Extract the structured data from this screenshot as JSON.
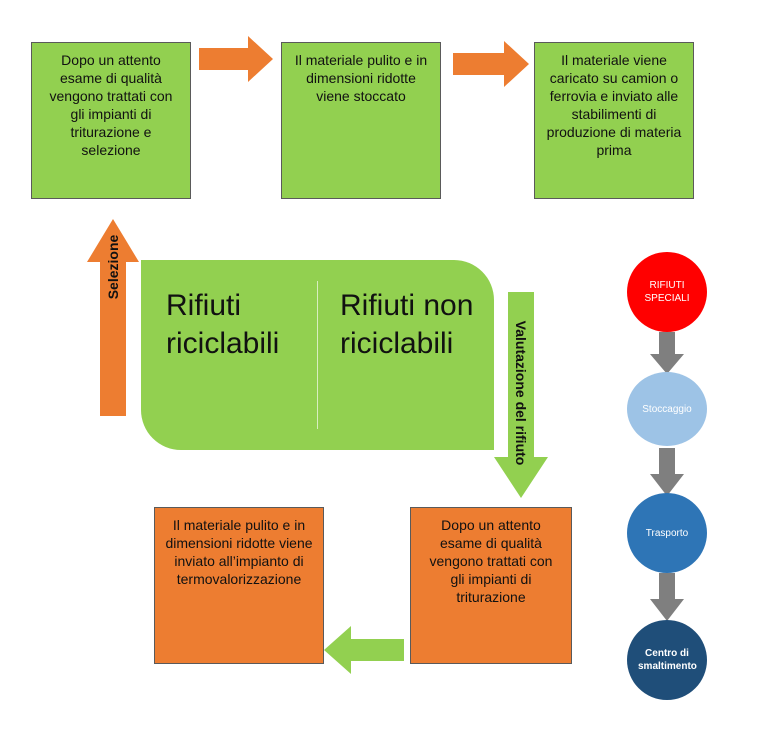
{
  "colors": {
    "green": "#92d050",
    "orange": "#ed7d31",
    "gray_arrow": "#7f7f7f",
    "red": "#ff0000",
    "light_blue": "#9dc3e6",
    "mid_blue": "#2e75b6",
    "dark_blue": "#1f4e79"
  },
  "top_row": {
    "box1": "Dopo un attento esame di qualità vengono trattati con gli impianti di triturazione e selezione",
    "box2": "Il materiale pulito e in dimensioni ridotte viene stoccato",
    "box3": "Il materiale viene caricato su camion o ferrovia e inviato alle stabilimenti di produzione di materia prima"
  },
  "center": {
    "left_title": "Rifiuti riciclabili",
    "right_title": "Rifiuti non riciclabili"
  },
  "arrows": {
    "left_vertical_label": "Selezione",
    "right_vertical_label": "Valutazione del rifiuto"
  },
  "bottom_row": {
    "box_left": "Il materiale pulito e in dimensioni ridotte viene inviato all’impianto di termovalorizzazione",
    "box_right": "Dopo un attento esame di qualità vengono trattati con gli impianti di triturazione"
  },
  "side_flow": {
    "step1": "RIFIUTI SPECIALI",
    "step2": "Stoccaggio",
    "step3": "Trasporto",
    "step4": "Centro di smaltimento"
  }
}
